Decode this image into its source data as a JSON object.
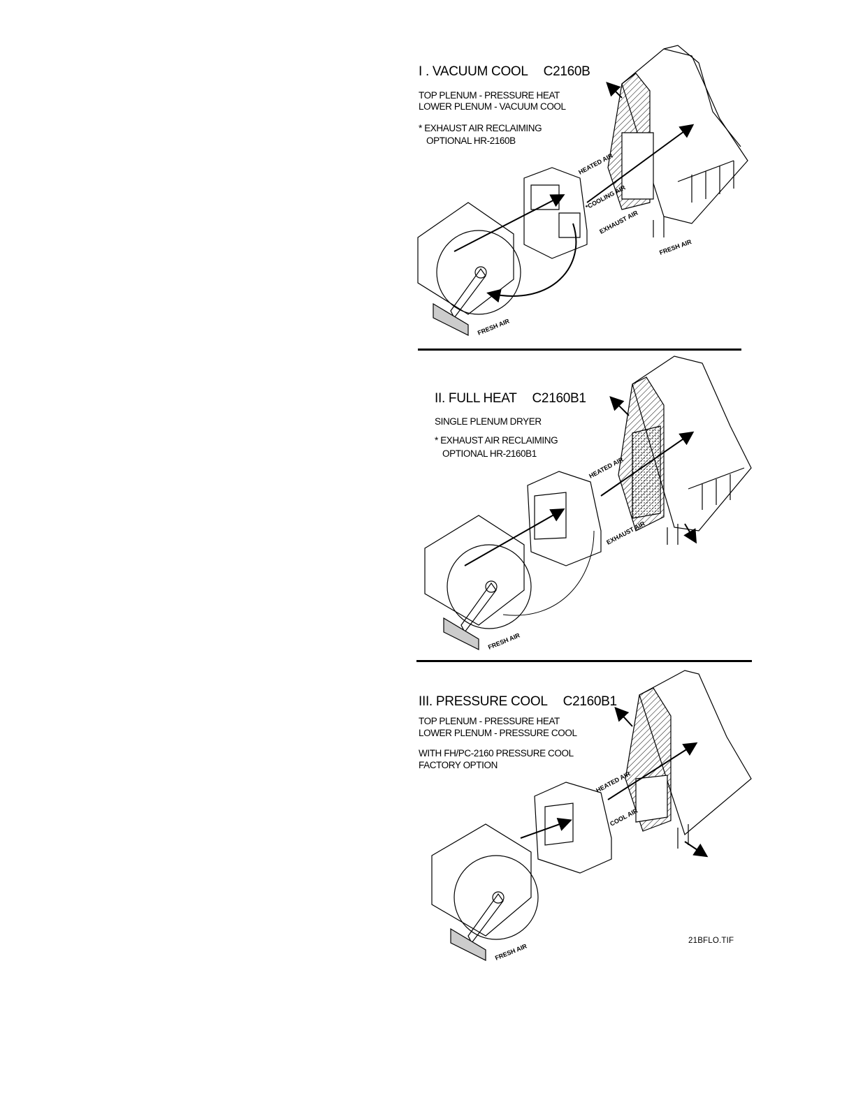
{
  "panels": [
    {
      "title": "I . VACUUM COOL",
      "model": "C2160B",
      "lines": [
        "TOP PLENUM - PRESSURE HEAT",
        "LOWER PLENUM - VACUUM COOL"
      ],
      "note_lines": [
        "* EXHAUST AIR RECLAIMING",
        "OPTIONAL    HR-2160B"
      ],
      "labels": {
        "heated_air": "HEATED AIR",
        "cooling_air": "*COOLING AIR",
        "exhaust_air": "EXHAUST AIR",
        "fresh_air_dryer": "FRESH AIR",
        "fresh_air_fan": "FRESH AIR"
      }
    },
    {
      "title": "II. FULL HEAT",
      "model": "C2160B1",
      "lines": [
        "SINGLE PLENUM DRYER"
      ],
      "note_lines": [
        "* EXHAUST AIR RECLAIMING",
        "OPTIONAL  HR-2160B1"
      ],
      "labels": {
        "heated_air": "HEATED AIR",
        "exhaust_air": "EXHAUST AIR",
        "fresh_air_fan": "FRESH AIR"
      }
    },
    {
      "title": "III. PRESSURE COOL",
      "model": "C2160B1",
      "lines": [
        "TOP PLENUM - PRESSURE HEAT",
        "LOWER PLENUM - PRESSURE COOL"
      ],
      "note_lines": [
        "WITH FH/PC-2160 PRESSURE COOL",
        "FACTORY OPTION"
      ],
      "labels": {
        "heated_air": "HEATED AIR",
        "cool_air": "COOL AIR",
        "fresh_air_fan": "FRESH AIR"
      }
    }
  ],
  "file_name": "21BFLO.TIF"
}
